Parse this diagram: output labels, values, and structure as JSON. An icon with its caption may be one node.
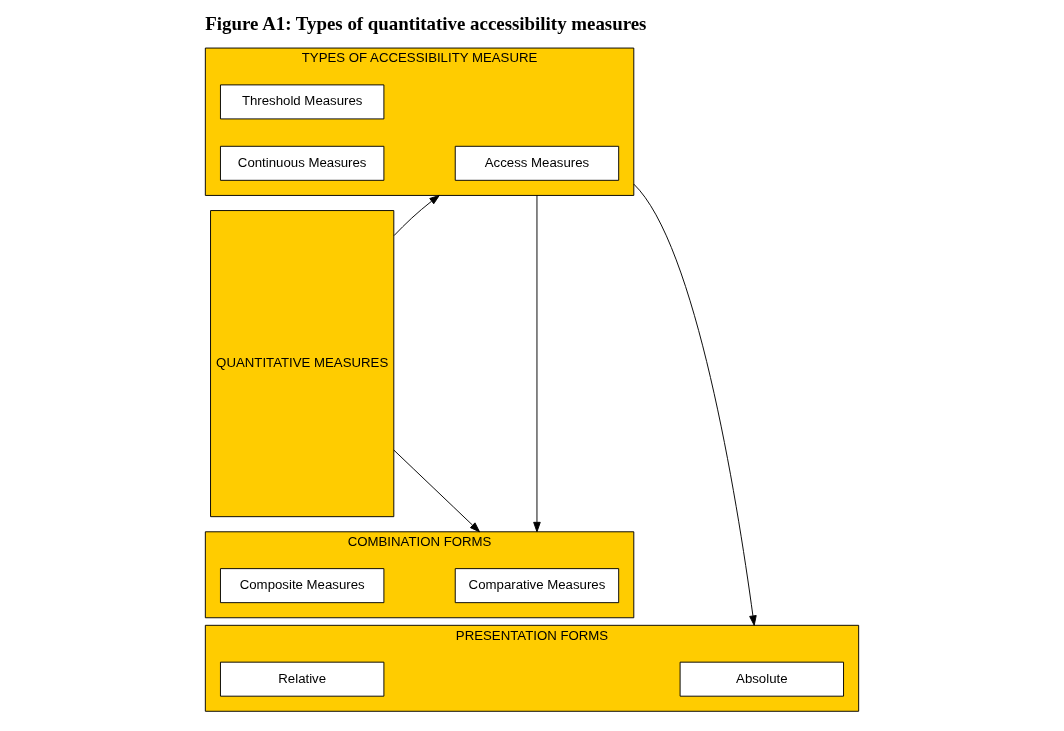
{
  "diagram": {
    "title": "Figure A1: Types of quantitative accessibility measures",
    "nodes": [
      {
        "text": [
          "QUANTITATIVE MEASURES"
        ]
      },
      {
        "text": [
          "TYPES OF ACCESSIBILITY MEASURE"
        ]
      },
      {
        "text": [
          "Access Measures"
        ],
        "in": 1
      },
      {
        "text": [
          "Threshold Measures"
        ],
        "in": 1
      },
      {
        "text": [
          "Continuous Measures"
        ],
        "in": 1
      },
      {
        "text": [
          "PRESENTATION FORMS"
        ]
      },
      {
        "text": [
          "Absolute"
        ],
        "in": 5
      },
      {
        "text": [
          "Relative"
        ],
        "in": 5
      },
      {
        "text": [
          "COMBINATION FORMS"
        ]
      },
      {
        "text": [
          "Comparative Measures"
        ],
        "in": 8
      },
      {
        "text": [
          "Composite Measures"
        ],
        "in": 8
      }
    ],
    "edges": [
      {
        "from": 0,
        "to": 1,
        "arrow": "to"
      },
      {
        "from": 1,
        "to": 5,
        "arrow": "to"
      },
      {
        "from": 1,
        "to": 8,
        "arrow": "to"
      },
      {
        "from": 0,
        "to": 8,
        "arrow": "to"
      }
    ]
  }
}
